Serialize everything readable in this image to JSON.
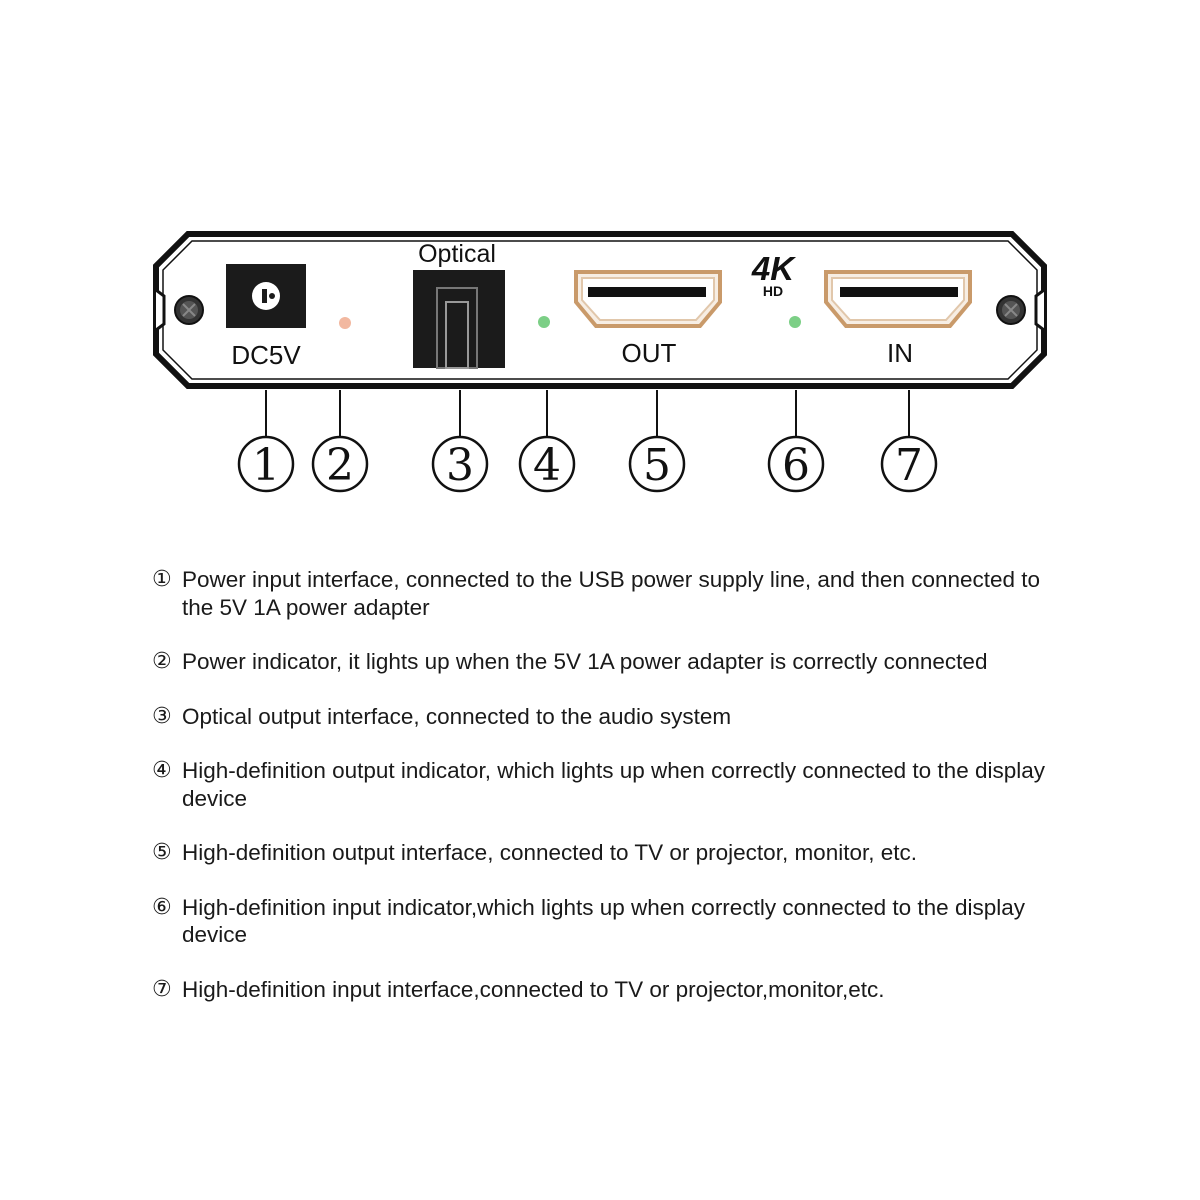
{
  "device": {
    "labels": {
      "dc": "DC5V",
      "optical": "Optical",
      "out": "OUT",
      "in": "IN",
      "logo_main": "4K",
      "logo_sub": "HD"
    },
    "colors": {
      "power_led": "#f2b8a0",
      "hd_out_led": "#7ccf86",
      "hd_in_led": "#7ccf86",
      "frame": "#111111"
    },
    "callouts": [
      "1",
      "2",
      "3",
      "4",
      "5",
      "6",
      "7"
    ]
  },
  "descriptions": [
    {
      "num": "①",
      "text": "Power input interface, connected to the USB power supply line, and then connected to the 5V 1A power adapter"
    },
    {
      "num": "②",
      "text": "Power indicator, it lights up when the 5V 1A power adapter is correctly connected"
    },
    {
      "num": "③",
      "text": "Optical output interface, connected to the audio system"
    },
    {
      "num": "④",
      "text": "High-definition output indicator, which lights up when correctly connected to the display device"
    },
    {
      "num": "⑤",
      "text": "High-definition output interface, connected to TV or projector, monitor, etc."
    },
    {
      "num": "⑥",
      "text": "High-definition input indicator,which lights up when correctly connected to the display device"
    },
    {
      "num": "⑦",
      "text": "High-definition input interface,connected to TV or projector,monitor,etc."
    }
  ]
}
